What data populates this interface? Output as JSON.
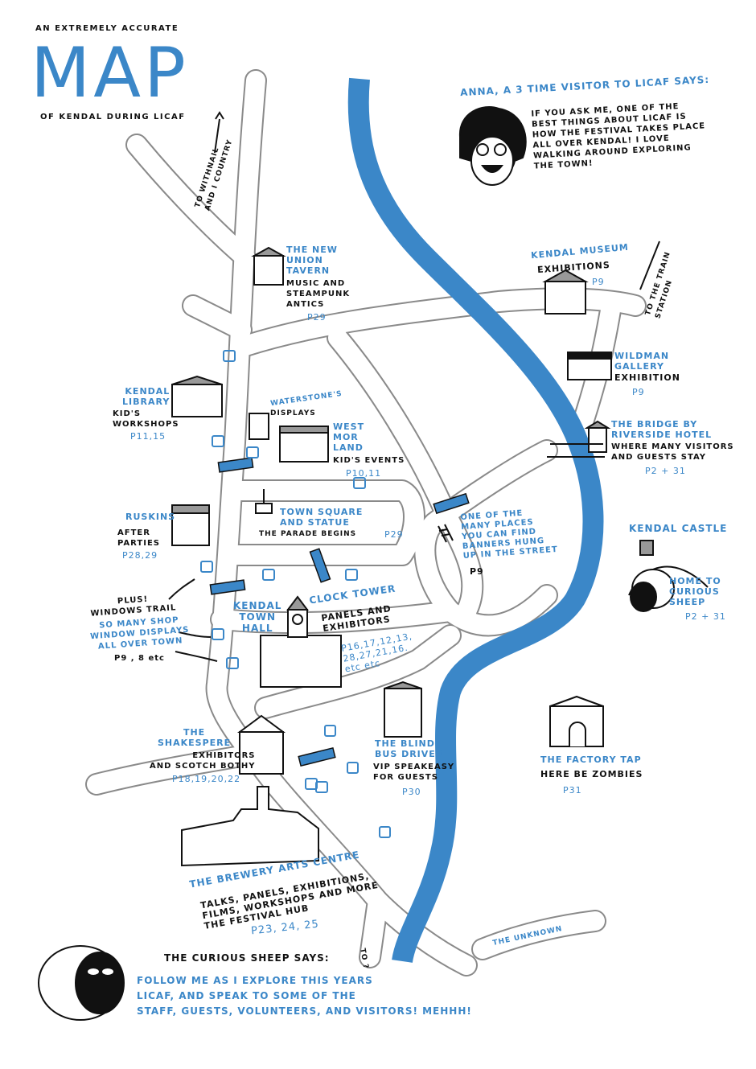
{
  "title": {
    "pre": "AN EXTREMELY ACCURATE",
    "main": "MAP",
    "sub": "OF KENDAL DURING LICAF"
  },
  "colors": {
    "river": "#3b87c8",
    "text_blue": "#3b87c8",
    "road": "#8a8a8a"
  },
  "anna": {
    "heading": "ANNA, A 3 TIME VISITOR TO LICAF SAYS:",
    "quote": "IF YOU ASK ME, ONE OF THE\nBEST THINGS ABOUT LICAF IS\nHOW THE FESTIVAL TAKES PLACE\nALL OVER KENDAL! I LOVE\nWALKING AROUND EXPLORING\nTHE TOWN!"
  },
  "directions": {
    "withnail": "TO WITHNAIL\nAND I COUNTRY",
    "train": "TO THE TRAIN\nSTATION",
    "unknown": "THE UNKNOWN",
    "south": "TO ?"
  },
  "places": [
    {
      "name": "THE NEW\nUNION\nTAVERN",
      "desc": "MUSIC AND\nSTEAMPUNK\nANTICS",
      "pages": "P29"
    },
    {
      "name": "KENDAL MUSEUM",
      "desc": "EXHIBITIONS",
      "pages": "P9"
    },
    {
      "name": "WILDMAN\nGALLERY",
      "desc": "EXHIBITION",
      "pages": "P9"
    },
    {
      "name": "THE BRIDGE BY\nRIVERSIDE HOTEL",
      "desc": "WHERE MANY VISITORS\nAND GUESTS STAY",
      "pages": "P2 + 31"
    },
    {
      "name": "KENDAL\nLIBRARY",
      "desc": "KID'S\nWORKSHOPS",
      "pages": "P11,15"
    },
    {
      "name": "WATERSTONE'S",
      "desc": "DISPLAYS",
      "pages": ""
    },
    {
      "name": "WEST\nMOR\nLAND",
      "desc": "KID'S EVENTS",
      "pages": "P10,11"
    },
    {
      "name": "RUSKINS",
      "desc": "AFTER\nPARTIES",
      "pages": "P28,29"
    },
    {
      "name": "TOWN SQUARE\nAND STATUE",
      "desc": "THE PARADE BEGINS",
      "pages": "P29"
    },
    {
      "name": "ONE OF THE\nMANY PLACES\nYOU CAN FIND\nBANNERS HUNG\nUP IN THE STREET",
      "desc": "",
      "pages": "P9"
    },
    {
      "name": "KENDAL CASTLE",
      "desc": "",
      "pages": ""
    },
    {
      "name": "HOME TO\nCURIOUS\nSHEEP",
      "desc": "",
      "pages": "P2 + 31"
    },
    {
      "name": "KENDAL\nTOWN\nHALL",
      "desc": "",
      "pages": ""
    },
    {
      "name": "CLOCK TOWER",
      "desc": "PANELS AND\nEXHIBITORS",
      "pages": "P16,17,12,13,\n28,27,21,16.\netc etc"
    },
    {
      "name": "THE\nSHAKESPERE",
      "desc": "EXHIBITORS\nAND SCOTCH BOTHY",
      "pages": "P18,19,20,22"
    },
    {
      "name": "THE BLIND\nBUS DRIVER",
      "desc": "VIP SPEAKEASY\nFOR GUESTS",
      "pages": "P30"
    },
    {
      "name": "THE FACTORY TAP",
      "desc": "HERE BE ZOMBIES",
      "pages": "P31"
    },
    {
      "name": "THE BREWERY ARTS CENTRE",
      "desc": "TALKS, PANELS, EXHIBITIONS,\nFILMS, WORKSHOPS AND MORE\nTHE FESTIVAL HUB",
      "pages": "P23, 24, 25"
    }
  ],
  "windows_trail": {
    "line1": "PLUS!\nWINDOWS TRAIL",
    "line2": "SO MANY SHOP\nWINDOW DISPLAYS\nALL OVER TOWN",
    "pages": "P9 , 8 etc"
  },
  "sheep": {
    "heading": "THE CURIOUS SHEEP SAYS:",
    "quote": "FOLLOW ME AS I EXPLORE THIS YEARS\nLICAF, AND SPEAK TO SOME OF THE\nSTAFF, GUESTS, VOLUNTEERS, AND VISITORS! MEHHH!"
  }
}
